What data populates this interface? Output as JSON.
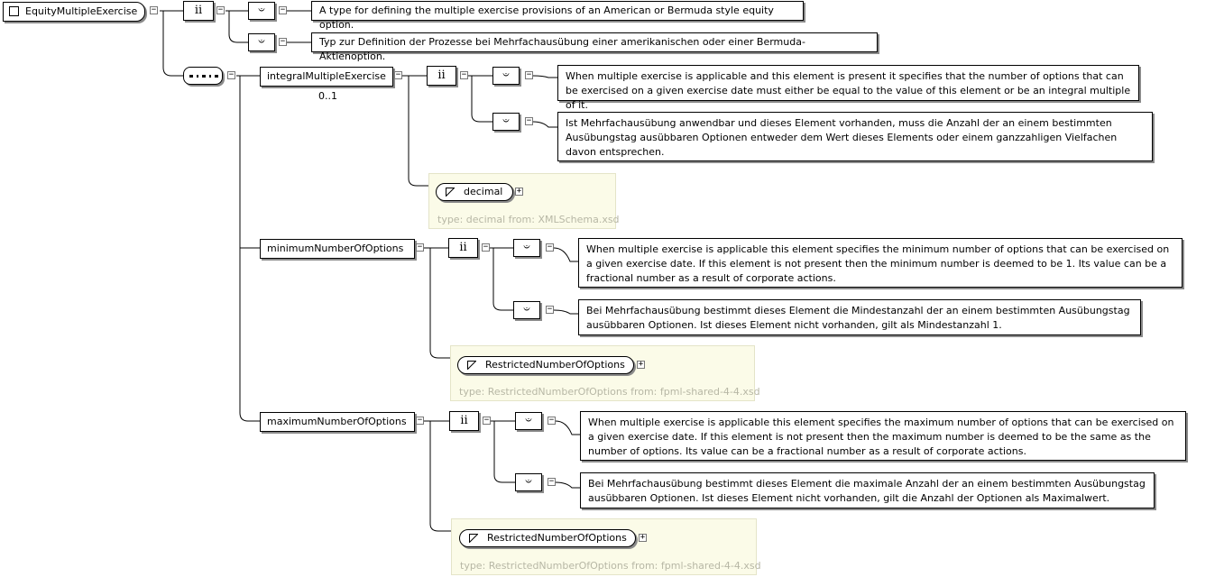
{
  "root": {
    "label": "EquityMultipleExercise"
  },
  "root_docs": {
    "en": "A type for defining the multiple exercise provisions of an American or Bermuda style equity option.",
    "de": "Typ zur Definition der Prozesse bei Mehrfachausübung einer amerikanischen oder einer Bermuda-Aktienoption."
  },
  "elements": [
    {
      "name": "integralMultipleExercise",
      "occurrence": "0..1",
      "doc_en": "When multiple exercise is applicable and this element is present it specifies that the number of options that can be exercised on a given exercise date must either be equal to the value of this element or be an integral multiple of it.",
      "doc_de": "Ist Mehrfachausübung anwendbar und dieses Element vorhanden, muss die Anzahl der an einem bestimmten Ausübungstag ausübbaren Optionen entweder dem Wert dieses Elements oder einem ganzzahligen Vielfachen davon entsprechen.",
      "type_name": "decimal",
      "type_caption": "type: decimal from: XMLSchema.xsd"
    },
    {
      "name": "minimumNumberOfOptions",
      "doc_en": "When multiple exercise is applicable this element specifies the minimum number of options that can be exercised on a given exercise date. If this element is not present then the minimum number is deemed to be 1. Its value can be a fractional number as a result of corporate actions.",
      "doc_de": "Bei Mehrfachausübung bestimmt dieses Element die Mindestanzahl der an einem bestimmten Ausübungstag ausübbaren Optionen. Ist dieses Element nicht vorhanden, gilt als Mindestanzahl 1.",
      "type_name": "RestrictedNumberOfOptions",
      "type_caption": "type: RestrictedNumberOfOptions from: fpml-shared-4-4.xsd"
    },
    {
      "name": "maximumNumberOfOptions",
      "doc_en": "When multiple exercise is applicable this element specifies the maximum number of options that can be exercised on a given exercise date. If this element is not present then the maximum number is deemed to be the same as the number of options. Its value can be a fractional number as a result of corporate actions.",
      "doc_de": "Bei Mehrfachausübung bestimmt dieses Element die maximale Anzahl der an einem bestimmten Ausübungstag ausübbaren Optionen. Ist dieses Element nicht vorhanden, gilt die Anzahl der Optionen als Maximalwert.",
      "type_name": "RestrictedNumberOfOptions",
      "type_caption": "type: RestrictedNumberOfOptions from: fpml-shared-4-4.xsd"
    }
  ],
  "icons": {
    "annotation": "annotation-icon",
    "documentation": "documentation-icon",
    "sequence": "sequence-icon",
    "simple_type": "simple-type-icon",
    "collapse": "minus-toggle-icon",
    "expand": "plus-toggle-icon"
  },
  "glyphs": {
    "collapse": "−",
    "expand": "+"
  }
}
